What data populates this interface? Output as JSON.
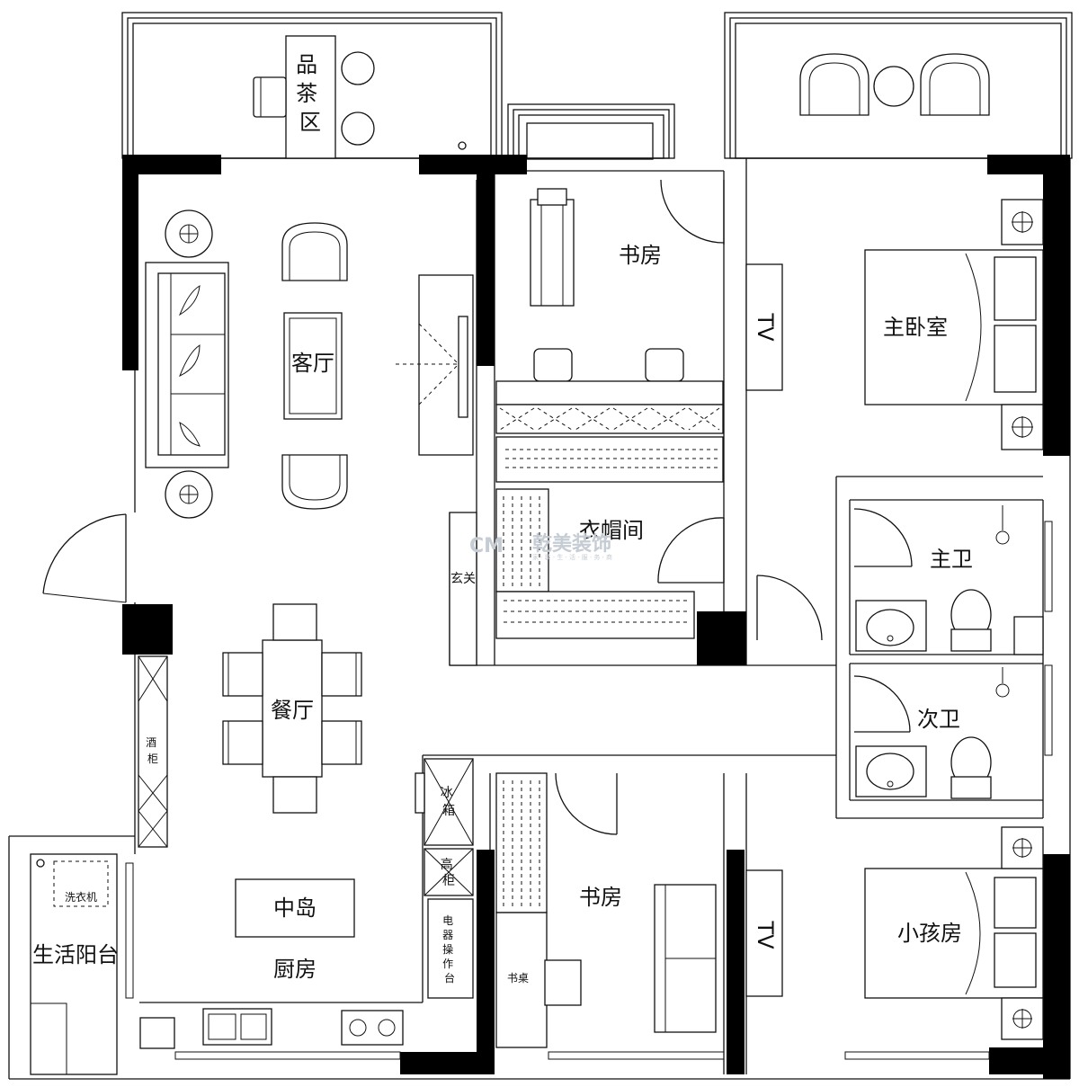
{
  "rooms": {
    "tea_area": "品\n茶\n区",
    "living_room": "客厅",
    "study_top": "书房",
    "master_bedroom": "主卧室",
    "cloakroom": "衣帽间",
    "entrance": "玄关",
    "master_bath": "主卫",
    "second_bath": "次卫",
    "dining_room": "餐厅",
    "island": "中岛",
    "kitchen": "厨房",
    "utility_balcony": "生活阳台",
    "study_bottom": "书房",
    "kids_room": "小孩房"
  },
  "fixtures": {
    "tv_top": "TV",
    "tv_bottom": "TV",
    "wine_cabinet": "酒\n柜",
    "fridge": "冰\n箱",
    "tall_cabinet": "高\n柜",
    "appliance_counter": "电\n器\n操\n作\n台",
    "washer": "洗衣机",
    "desk": "书桌"
  },
  "watermark": {
    "logo": "CM",
    "name": "乾美装饰",
    "tagline": "家 · 装 · 生 · 活 · 服 · 务 · 商"
  },
  "colors": {
    "wall": "#000000",
    "line": "#111111",
    "background": "#ffffff",
    "watermark": "#c5ccd4"
  }
}
